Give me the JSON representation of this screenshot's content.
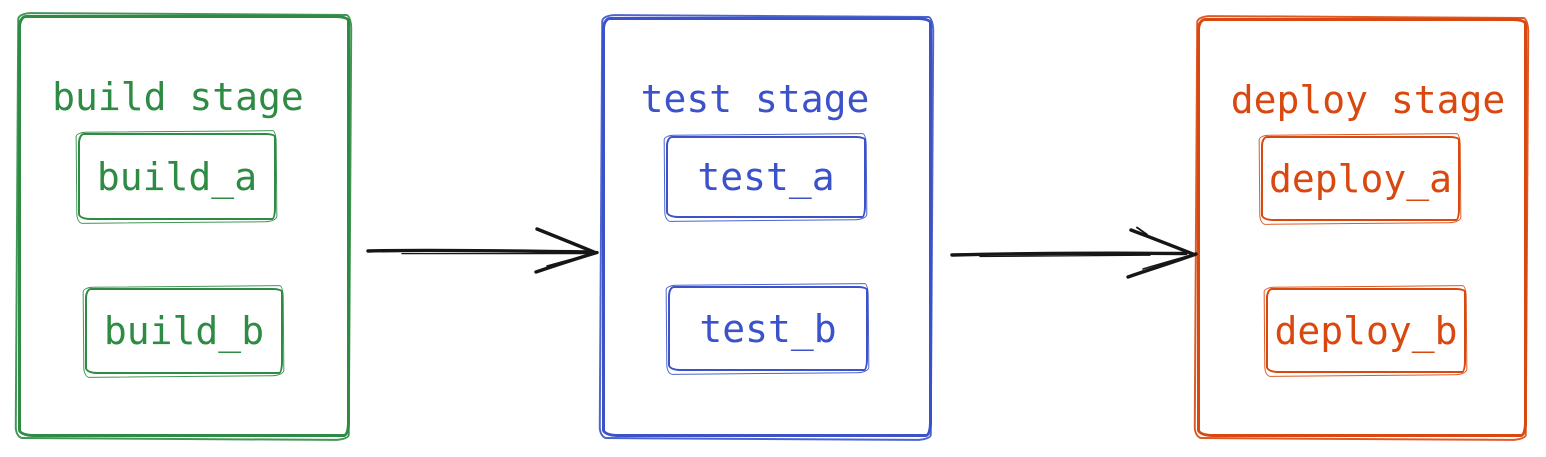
{
  "diagram": {
    "background": "#ffffff",
    "arrow_color": "#161616",
    "stages": [
      {
        "id": "build",
        "title": "build stage",
        "color": "#2e8b43",
        "jobs": [
          {
            "label": "build_a"
          },
          {
            "label": "build_b"
          }
        ]
      },
      {
        "id": "test",
        "title": "test stage",
        "color": "#3b52c9",
        "jobs": [
          {
            "label": "test_a"
          },
          {
            "label": "test_b"
          }
        ]
      },
      {
        "id": "deploy",
        "title": "deploy stage",
        "color": "#d9480f",
        "jobs": [
          {
            "label": "deploy_a"
          },
          {
            "label": "deploy_b"
          }
        ]
      }
    ],
    "connections": [
      {
        "from": "build stage",
        "to": "test stage"
      },
      {
        "from": "test stage",
        "to": "deploy stage"
      }
    ]
  }
}
